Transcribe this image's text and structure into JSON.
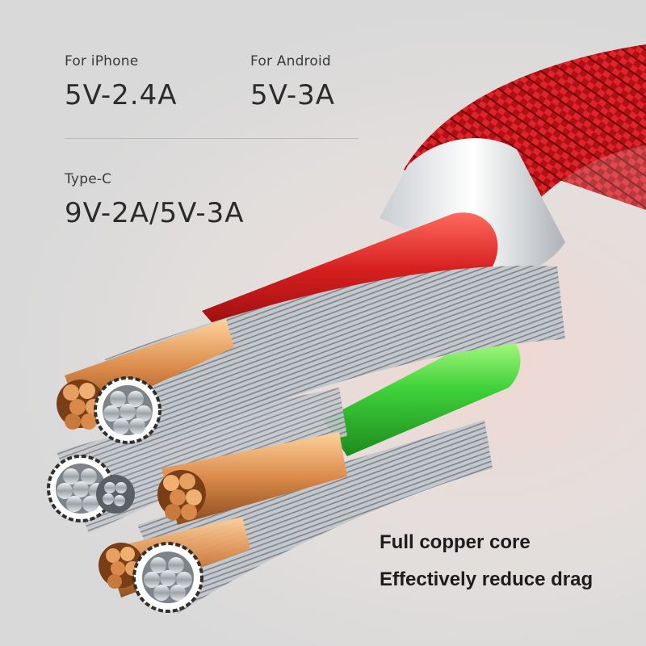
{
  "specs": {
    "iphone": {
      "label": "For iPhone",
      "value": "5V-2.4A"
    },
    "android": {
      "label": "For Android",
      "value": "5V-3A"
    },
    "typec": {
      "label": "Type-C",
      "value": "9V-2A/5V-3A"
    }
  },
  "features": [
    "Full copper core",
    "Effectively reduce drag"
  ],
  "colors": {
    "braid": "#c0141a",
    "red_wire": "#d61f1f",
    "green_wire": "#3fd13a",
    "copper": "#d9894a",
    "silver": "#b9bec4"
  }
}
